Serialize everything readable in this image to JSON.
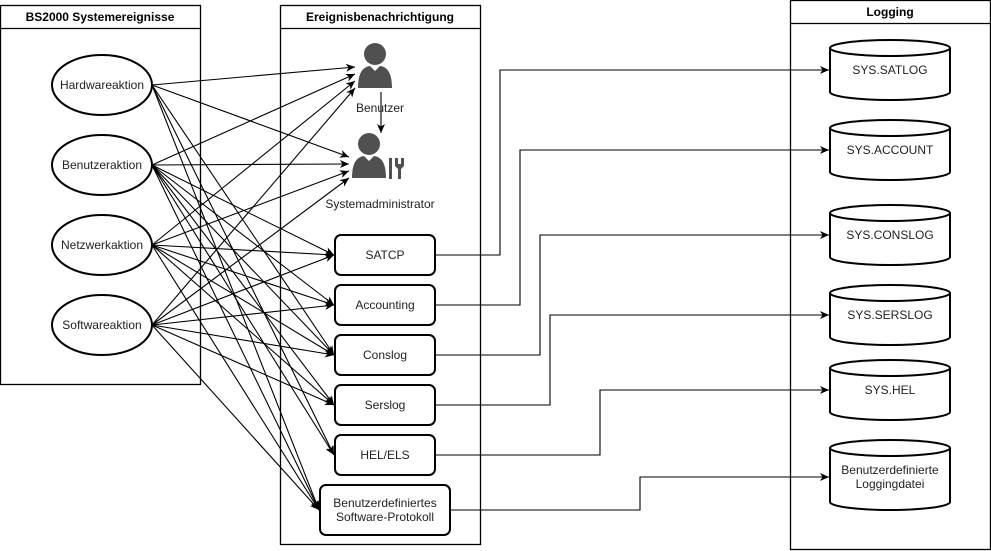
{
  "lanes": {
    "events": {
      "title": "BS2000 Systemereignisse"
    },
    "notification": {
      "title": "Ereignisbenachrichtigung"
    },
    "logging": {
      "title": "Logging"
    }
  },
  "events": [
    {
      "id": "hw",
      "label": "Hardwareaktion"
    },
    {
      "id": "user",
      "label": "Benutzeraktion"
    },
    {
      "id": "net",
      "label": "Netzwerkaktion"
    },
    {
      "id": "sw",
      "label": "Softwareaktion"
    }
  ],
  "actors": [
    {
      "id": "benutzer",
      "label": "Benutzer",
      "icon": "user-icon"
    },
    {
      "id": "sysadmin",
      "label": "Systemadministrator",
      "icon": "admin-tools-icon"
    }
  ],
  "processes": [
    {
      "id": "satcp",
      "label": [
        "SATCP"
      ]
    },
    {
      "id": "accounting",
      "label": [
        "Accounting"
      ]
    },
    {
      "id": "conslog",
      "label": [
        "Conslog"
      ]
    },
    {
      "id": "serslog",
      "label": [
        "Serslog"
      ]
    },
    {
      "id": "helels",
      "label": [
        "HEL/ELS"
      ]
    },
    {
      "id": "custom",
      "label": [
        "Benutzerdefiniertes",
        "Software-Protokoll"
      ]
    }
  ],
  "logs": [
    {
      "id": "satlog",
      "label": [
        "SYS.SATLOG"
      ]
    },
    {
      "id": "account",
      "label": [
        "SYS.ACCOUNT"
      ]
    },
    {
      "id": "conslogdb",
      "label": [
        "SYS.CONSLOG"
      ]
    },
    {
      "id": "serslogdb",
      "label": [
        "SYS.SERSLOG"
      ]
    },
    {
      "id": "hel",
      "label": [
        "SYS.HEL"
      ]
    },
    {
      "id": "customlog",
      "label": [
        "Benutzerdefinierte",
        "Loggingdatei"
      ]
    }
  ],
  "edges_event_to_target": [
    [
      "hw",
      "benutzer"
    ],
    [
      "hw",
      "sysadmin"
    ],
    [
      "hw",
      "conslog"
    ],
    [
      "hw",
      "helels"
    ],
    [
      "hw",
      "custom"
    ],
    [
      "user",
      "benutzer"
    ],
    [
      "user",
      "sysadmin"
    ],
    [
      "user",
      "satcp"
    ],
    [
      "user",
      "accounting"
    ],
    [
      "user",
      "conslog"
    ],
    [
      "user",
      "serslog"
    ],
    [
      "user",
      "helels"
    ],
    [
      "user",
      "custom"
    ],
    [
      "net",
      "benutzer"
    ],
    [
      "net",
      "sysadmin"
    ],
    [
      "net",
      "satcp"
    ],
    [
      "net",
      "accounting"
    ],
    [
      "net",
      "conslog"
    ],
    [
      "net",
      "serslog"
    ],
    [
      "net",
      "custom"
    ],
    [
      "sw",
      "benutzer"
    ],
    [
      "sw",
      "sysadmin"
    ],
    [
      "sw",
      "satcp"
    ],
    [
      "sw",
      "accounting"
    ],
    [
      "sw",
      "conslog"
    ],
    [
      "sw",
      "serslog"
    ],
    [
      "sw",
      "custom"
    ]
  ],
  "edges_actor": [
    [
      "benutzer",
      "sysadmin"
    ]
  ],
  "edges_process_to_log": [
    [
      "satcp",
      "satlog"
    ],
    [
      "accounting",
      "account"
    ],
    [
      "conslog",
      "conslogdb"
    ],
    [
      "serslog",
      "serslogdb"
    ],
    [
      "helels",
      "hel"
    ],
    [
      "custom",
      "customlog"
    ]
  ]
}
